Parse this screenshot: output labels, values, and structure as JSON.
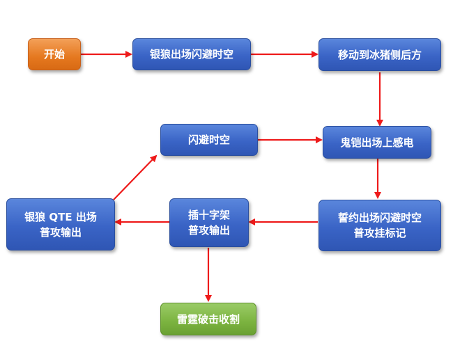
{
  "colors": {
    "arrow": "#ee1a1a",
    "node_blue": "#3a64c6",
    "node_start": "#e5781f",
    "node_end": "#7bb33f"
  },
  "nodes": {
    "start": {
      "lines": [
        "开始"
      ]
    },
    "silver_wolf": {
      "lines": [
        "银狼出场闪避时空"
      ]
    },
    "move": {
      "lines": [
        "移动到冰猪侧后方"
      ]
    },
    "dodge": {
      "lines": [
        "闪避时空"
      ]
    },
    "ghost": {
      "lines": [
        "鬼铠出场上感电"
      ]
    },
    "wolf_qte": {
      "lines": [
        "银狼 QTE 出场",
        "普攻输出"
      ]
    },
    "cross": {
      "lines": [
        "插十字架",
        "普攻输出"
      ]
    },
    "pledge": {
      "lines": [
        "誓约出场闪避时空",
        "普攻挂标记"
      ]
    },
    "finish": {
      "lines": [
        "雷霆破击收割"
      ]
    }
  }
}
